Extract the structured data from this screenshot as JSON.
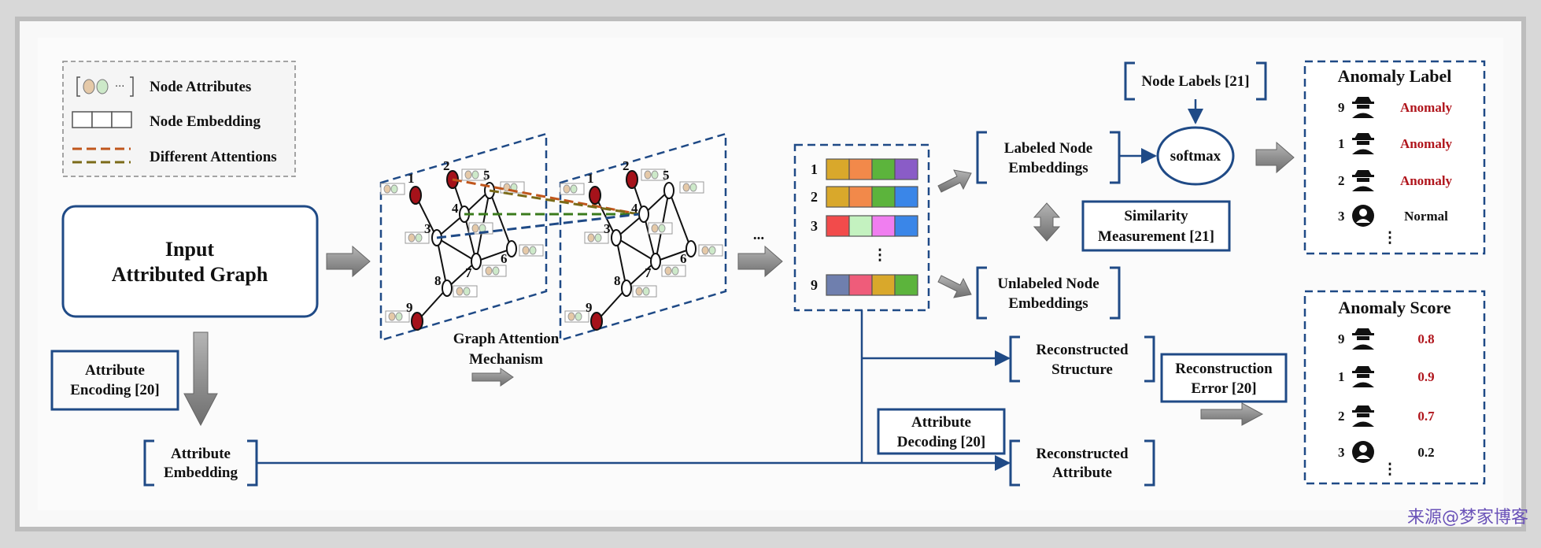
{
  "legend": {
    "node_attributes": "Node Attributes",
    "node_embedding": "Node Embedding",
    "different_attentions": "Different Attentions"
  },
  "input_graph": {
    "line1": "Input",
    "line2": "Attributed Graph"
  },
  "attribute_encoding": {
    "line1": "Attribute",
    "line2": "Encoding [20]"
  },
  "attribute_embedding": {
    "line1": "Attribute",
    "line2": "Embedding"
  },
  "gat": {
    "line1": "Graph Attention",
    "line2": "Mechanism",
    "ellipsis": "..."
  },
  "graph_nodes": [
    "1",
    "2",
    "3",
    "4",
    "5",
    "6",
    "7",
    "8",
    "9"
  ],
  "embedding_rows": [
    {
      "id": "1",
      "colors": [
        "#d9a82b",
        "#f2894a",
        "#5cb43c",
        "#8a5cc7"
      ]
    },
    {
      "id": "2",
      "colors": [
        "#d9a82b",
        "#f2894a",
        "#5cb43c",
        "#3a86e8"
      ]
    },
    {
      "id": "3",
      "colors": [
        "#f24b4b",
        "#c4f2c0",
        "#f07ef0",
        "#3a86e8"
      ]
    },
    {
      "id": "9",
      "colors": [
        "#6f7fae",
        "#ef5c7a",
        "#d9a82b",
        "#5cb43c"
      ]
    }
  ],
  "embedding_ellipsis": "⋮",
  "labeled_embeddings": {
    "line1": "Labeled Node",
    "line2": "Embeddings"
  },
  "unlabeled_embeddings": {
    "line1": "Unlabeled Node",
    "line2": "Embeddings"
  },
  "node_labels": "Node Labels [21]",
  "softmax": "softmax",
  "similarity": {
    "line1": "Similarity",
    "line2": "Measurement [21]"
  },
  "reconstructed_structure": {
    "line1": "Reconstructed",
    "line2": "Structure"
  },
  "reconstructed_attribute": {
    "line1": "Reconstructed",
    "line2": "Attribute"
  },
  "attribute_decoding": {
    "line1": "Attribute",
    "line2": "Decoding [20]"
  },
  "reconstruction_error": {
    "line1": "Reconstruction",
    "line2": "Error [20]"
  },
  "anomaly_label": {
    "title": "Anomaly Label",
    "rows": [
      {
        "id": "9",
        "label": "Anomaly",
        "icon": "spy-icon"
      },
      {
        "id": "1",
        "label": "Anomaly",
        "icon": "spy-icon"
      },
      {
        "id": "2",
        "label": "Anomaly",
        "icon": "spy-icon"
      },
      {
        "id": "3",
        "label": "Normal",
        "icon": "user-icon"
      }
    ],
    "ellipsis": "⋮"
  },
  "anomaly_score": {
    "title": "Anomaly Score",
    "rows": [
      {
        "id": "9",
        "score": "0.8",
        "icon": "spy-icon"
      },
      {
        "id": "1",
        "score": "0.9",
        "icon": "spy-icon"
      },
      {
        "id": "2",
        "score": "0.7",
        "icon": "spy-icon"
      },
      {
        "id": "3",
        "score": "0.2",
        "icon": "user-icon"
      }
    ],
    "ellipsis": "⋮"
  },
  "watermark": "来源@梦家博客",
  "colors": {
    "frame_blue": "#1f4a86",
    "anomaly_red": "#b0151c",
    "node_red": "#a5121a",
    "attention_orange": "#c0561c",
    "attention_olive": "#7a6a18",
    "attention_green": "#3a7a1c",
    "attention_blue": "#1f4a86",
    "arrow_gray": "#8a8a8a"
  }
}
